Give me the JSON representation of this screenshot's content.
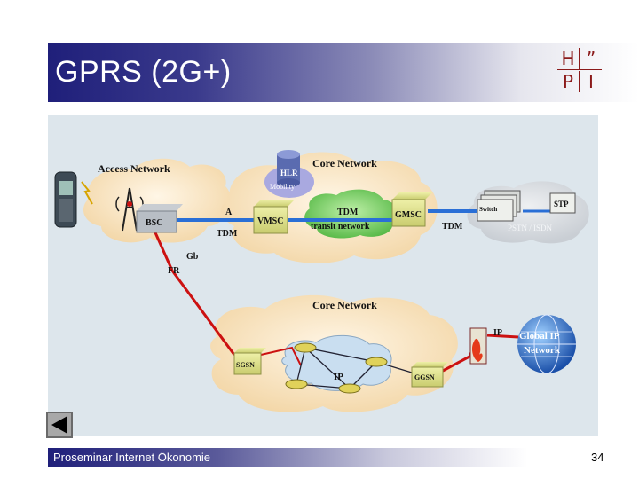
{
  "slide": {
    "title": "GPRS (2G+)",
    "footer": "Proseminar Internet Ökonomie",
    "page_number": "34"
  },
  "logo": {
    "letters": [
      "H",
      "”",
      "P",
      "I"
    ]
  },
  "diagram": {
    "access_network": "Access Network",
    "core_network_top": "Core Network",
    "core_network_bottom": "Core Network",
    "hlr": "HLR",
    "mobility": "Mobility",
    "bsc": "BSC",
    "a": "A",
    "tdm_left": "TDM",
    "vmsc": "VMSC",
    "tdm_transit": "TDM",
    "transit_network": "transit network",
    "gmsc": "GMSC",
    "tdm_right": "TDM",
    "switch": "Switch",
    "stp": "STP",
    "pstn_isdn": "PSTN / ISDN",
    "gb": "Gb",
    "fr": "FR",
    "sgsn": "SGSN",
    "ip_core": "IP",
    "ggsn": "GGSN",
    "ip_link": "IP",
    "global_ip_1": "Global IP",
    "global_ip_2": "Network"
  },
  "colors": {
    "title_bar": "#1f1f7a",
    "logo": "#8b1a1a",
    "link_blue": "#2a6fd6",
    "link_red": "#cc1111"
  },
  "icons": [
    "mobile-phone-icon",
    "cell-tower-icon",
    "router-icon",
    "firewall-icon",
    "globe-icon",
    "back-arrow-icon"
  ]
}
